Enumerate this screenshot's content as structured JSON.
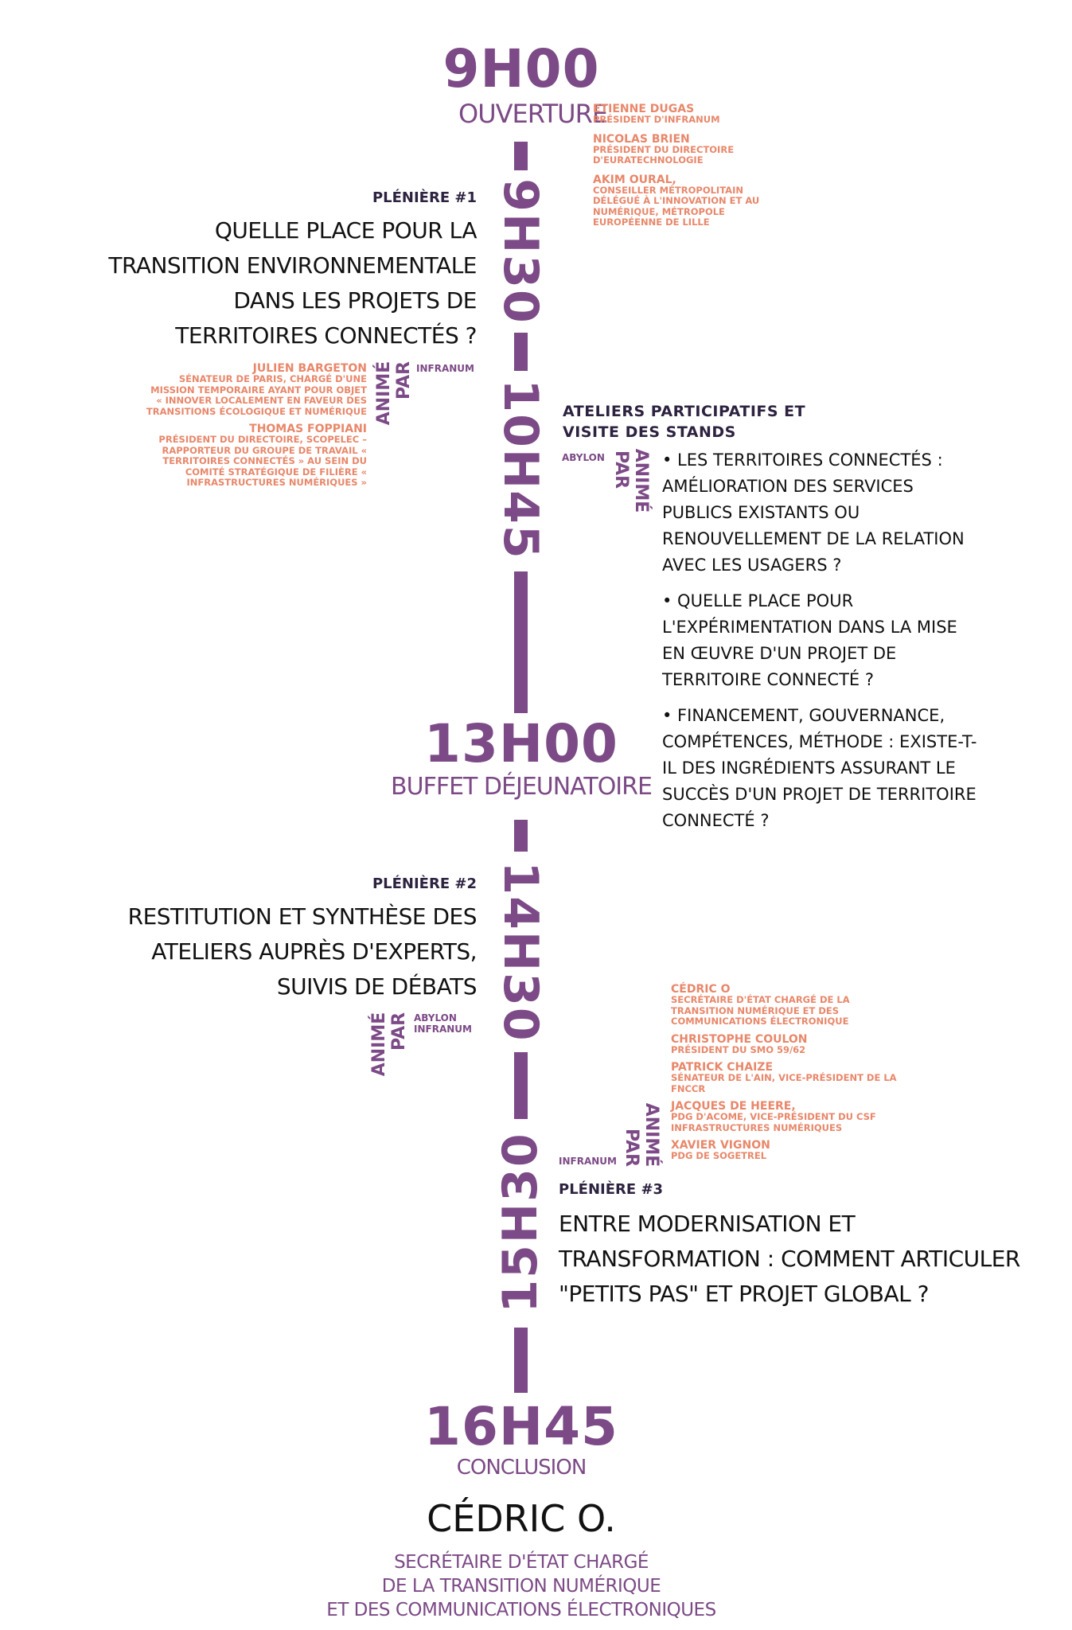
{
  "times": {
    "t900": "9H00",
    "t930": "9H30",
    "t1045": "10H45",
    "t1300": "13H00",
    "t1430": "14H30",
    "t1530": "15H30",
    "t1645": "16H45"
  },
  "labels": {
    "ouverture": "OUVERTURE",
    "buffet": "BUFFET DÉJEUNATOIRE",
    "conclusion": "CONCLUSION"
  },
  "opening_speakers": [
    {
      "name": "ETIENNE DUGAS",
      "role": "PRÉSIDENT D'INFRANUM"
    },
    {
      "name": "NICOLAS BRIEN",
      "role": "PRÉSIDENT DU DIRECTOIRE D'EURATECHNOLOGIE"
    },
    {
      "name": "AKIM OURAL,",
      "role": "CONSEILLER MÉTROPOLITAIN DÉLÉGUÉ À L'INNOVATION ET AU NUMÉRIQUE, MÉTROPOLE EUROPÉENNE DE LILLE"
    }
  ],
  "pleniere1": {
    "label": "PLÉNIÈRE #1",
    "lines": [
      "QUELLE PLACE POUR LA",
      "TRANSITION ENVIRONNEMENTALE",
      "DANS LES PROJETS DE",
      "TERRITOIRES CONNECTÉS ?"
    ],
    "anime": "ANIMÉ",
    "par": "PAR",
    "animator": "INFRANUM",
    "speakers": [
      {
        "name": "JULIEN BARGETON",
        "role": "SÉNATEUR DE PARIS, CHARGÉ D'UNE MISSION TEMPORAIRE AYANT POUR OBJET « INNOVER LOCALEMENT EN FAVEUR DES TRANSITIONS ÉCOLOGIQUE ET NUMÉRIQUE"
      },
      {
        "name": "THOMAS FOPPIANI",
        "role": "PRÉSIDENT DU DIRECTOIRE, SCOPELEC – RAPPORTEUR DU GROUPE DE TRAVAIL « TERRITOIRES CONNECTÉS » AU SEIN DU COMITÉ STRATÉGIQUE DE FILIÈRE « INFRASTRUCTURES NUMÉRIQUES »"
      }
    ]
  },
  "ateliers": {
    "title1": "ATELIERS PARTICIPATIFS ET",
    "title2": "VISITE DES STANDS",
    "animator": "ABYLON",
    "anime": "ANIMÉ",
    "par": "PAR",
    "bullets": [
      "• LES TERRITOIRES CONNECTÉS : AMÉLIORATION DES SERVICES PUBLICS EXISTANTS OU RENOUVELLEMENT DE LA RELATION AVEC LES USAGERS ?",
      "• QUELLE PLACE POUR L'EXPÉRIMENTATION DANS LA MISE EN ŒUVRE D'UN PROJET DE TERRITOIRE CONNECTÉ ?",
      "• FINANCEMENT, GOUVERNANCE, COMPÉTENCES, MÉTHODE : EXISTE-T-IL DES INGRÉDIENTS ASSURANT LE SUCCÈS D'UN PROJET DE TERRITOIRE CONNECTÉ ?"
    ]
  },
  "pleniere2": {
    "label": "PLÉNIÈRE #2",
    "lines": [
      "RESTITUTION ET SYNTHÈSE DES",
      "ATELIERS AUPRÈS D'EXPERTS,",
      "SUIVIS DE DÉBATS"
    ],
    "anime": "ANIMÉ",
    "par": "PAR",
    "animator1": "ABYLON",
    "animator2": "INFRANUM"
  },
  "pleniere3": {
    "label": "PLÉNIÈRE #3",
    "lines": [
      "ENTRE MODERNISATION ET",
      "TRANSFORMATION : COMMENT ARTICULER",
      "\"PETITS PAS\" ET PROJET GLOBAL ?"
    ],
    "anime": "ANIMÉ",
    "par": "PAR",
    "animator": "INFRANUM",
    "speakers": [
      {
        "name": "CÉDRIC O",
        "role": "SECRÉTAIRE D'ÉTAT CHARGÉ DE LA TRANSITION NUMÉRIQUE ET DES COMMUNICATIONS ÉLECTRONIQUE"
      },
      {
        "name": "CHRISTOPHE COULON",
        "role": "PRÉSIDENT DU SMO 59/62"
      },
      {
        "name": "PATRICK CHAIZE",
        "role": "SÉNATEUR DE L'AIN, VICE-PRÉSIDENT DE LA FNCCR"
      },
      {
        "name": "JACQUES DE HEERE,",
        "role": "PDG D'ACOME, VICE-PRÉSIDENT DU CSF INFRASTRUCTURES NUMÉRIQUES"
      },
      {
        "name": "XAVIER VIGNON",
        "role": "PDG DE SOGETREL"
      }
    ]
  },
  "conclusion": {
    "name": "CÉDRIC O.",
    "role1": "SECRÉTAIRE D'ÉTAT CHARGÉ",
    "role2": "DE LA TRANSITION NUMÉRIQUE",
    "role3": "ET DES COMMUNICATIONS ÉLECTRONIQUES"
  },
  "colors": {
    "accent": "#7c4a86",
    "speaker": "#e8876a",
    "dark": "#2d2340"
  }
}
